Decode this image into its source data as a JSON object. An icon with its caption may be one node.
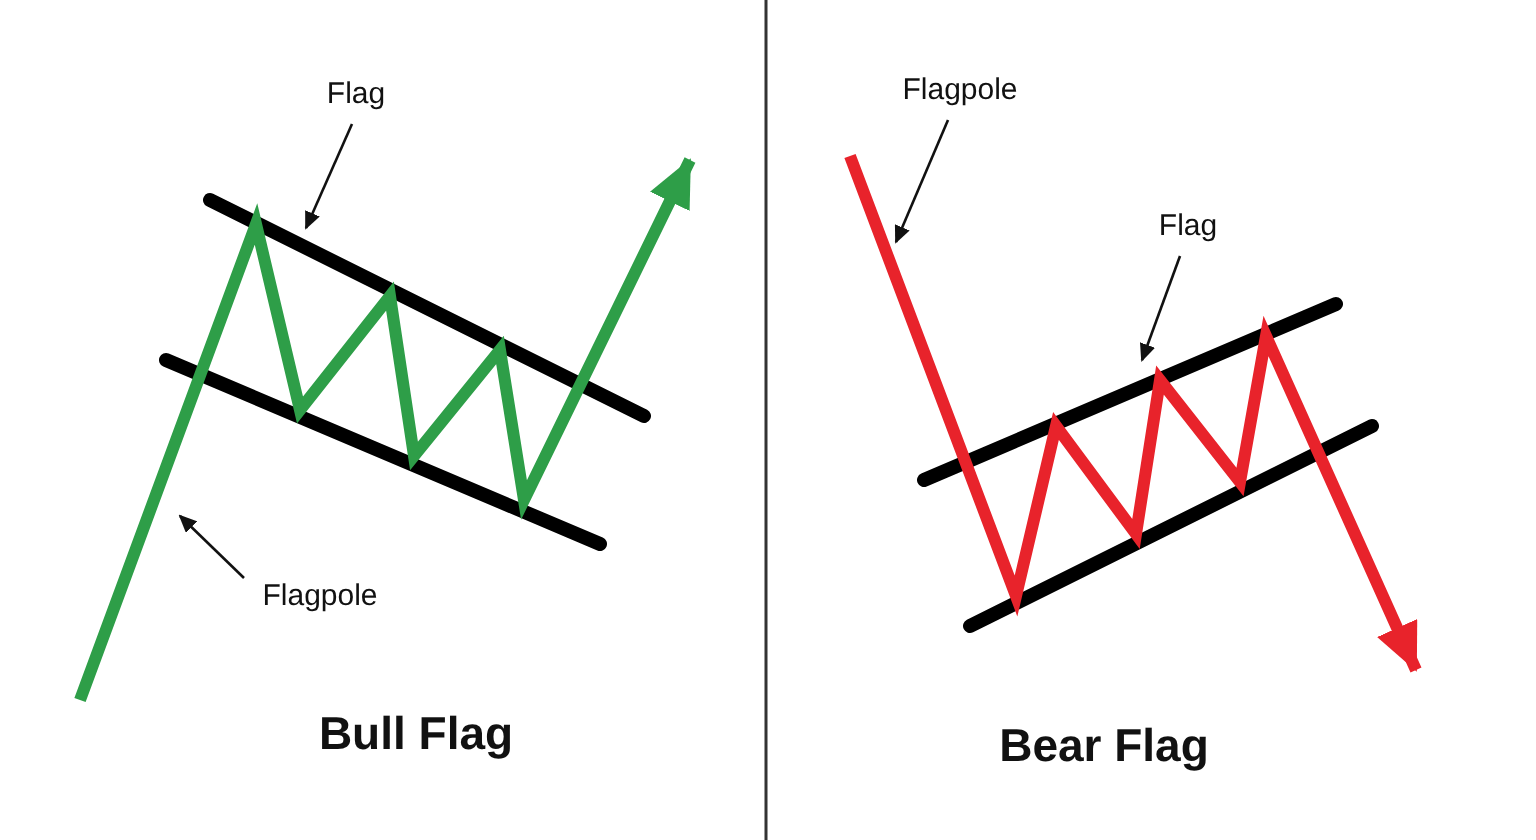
{
  "diagram": {
    "nodes": [
      {
        "text": [
          "Flag"
        ]
      },
      {
        "text": [
          "Flagpole"
        ]
      },
      {
        "text": [
          "Flagpole"
        ]
      },
      {
        "text": [
          "Flag"
        ]
      }
    ],
    "edges": [
      {
        "from": 0,
        "to": null,
        "arrow": "to"
      },
      {
        "from": 1,
        "to": null,
        "arrow": "to"
      },
      {
        "from": 2,
        "to": null,
        "arrow": "to"
      },
      {
        "from": 3,
        "to": null,
        "arrow": "to"
      }
    ],
    "labels": [
      "Bull Flag",
      "Bear Flag"
    ]
  }
}
